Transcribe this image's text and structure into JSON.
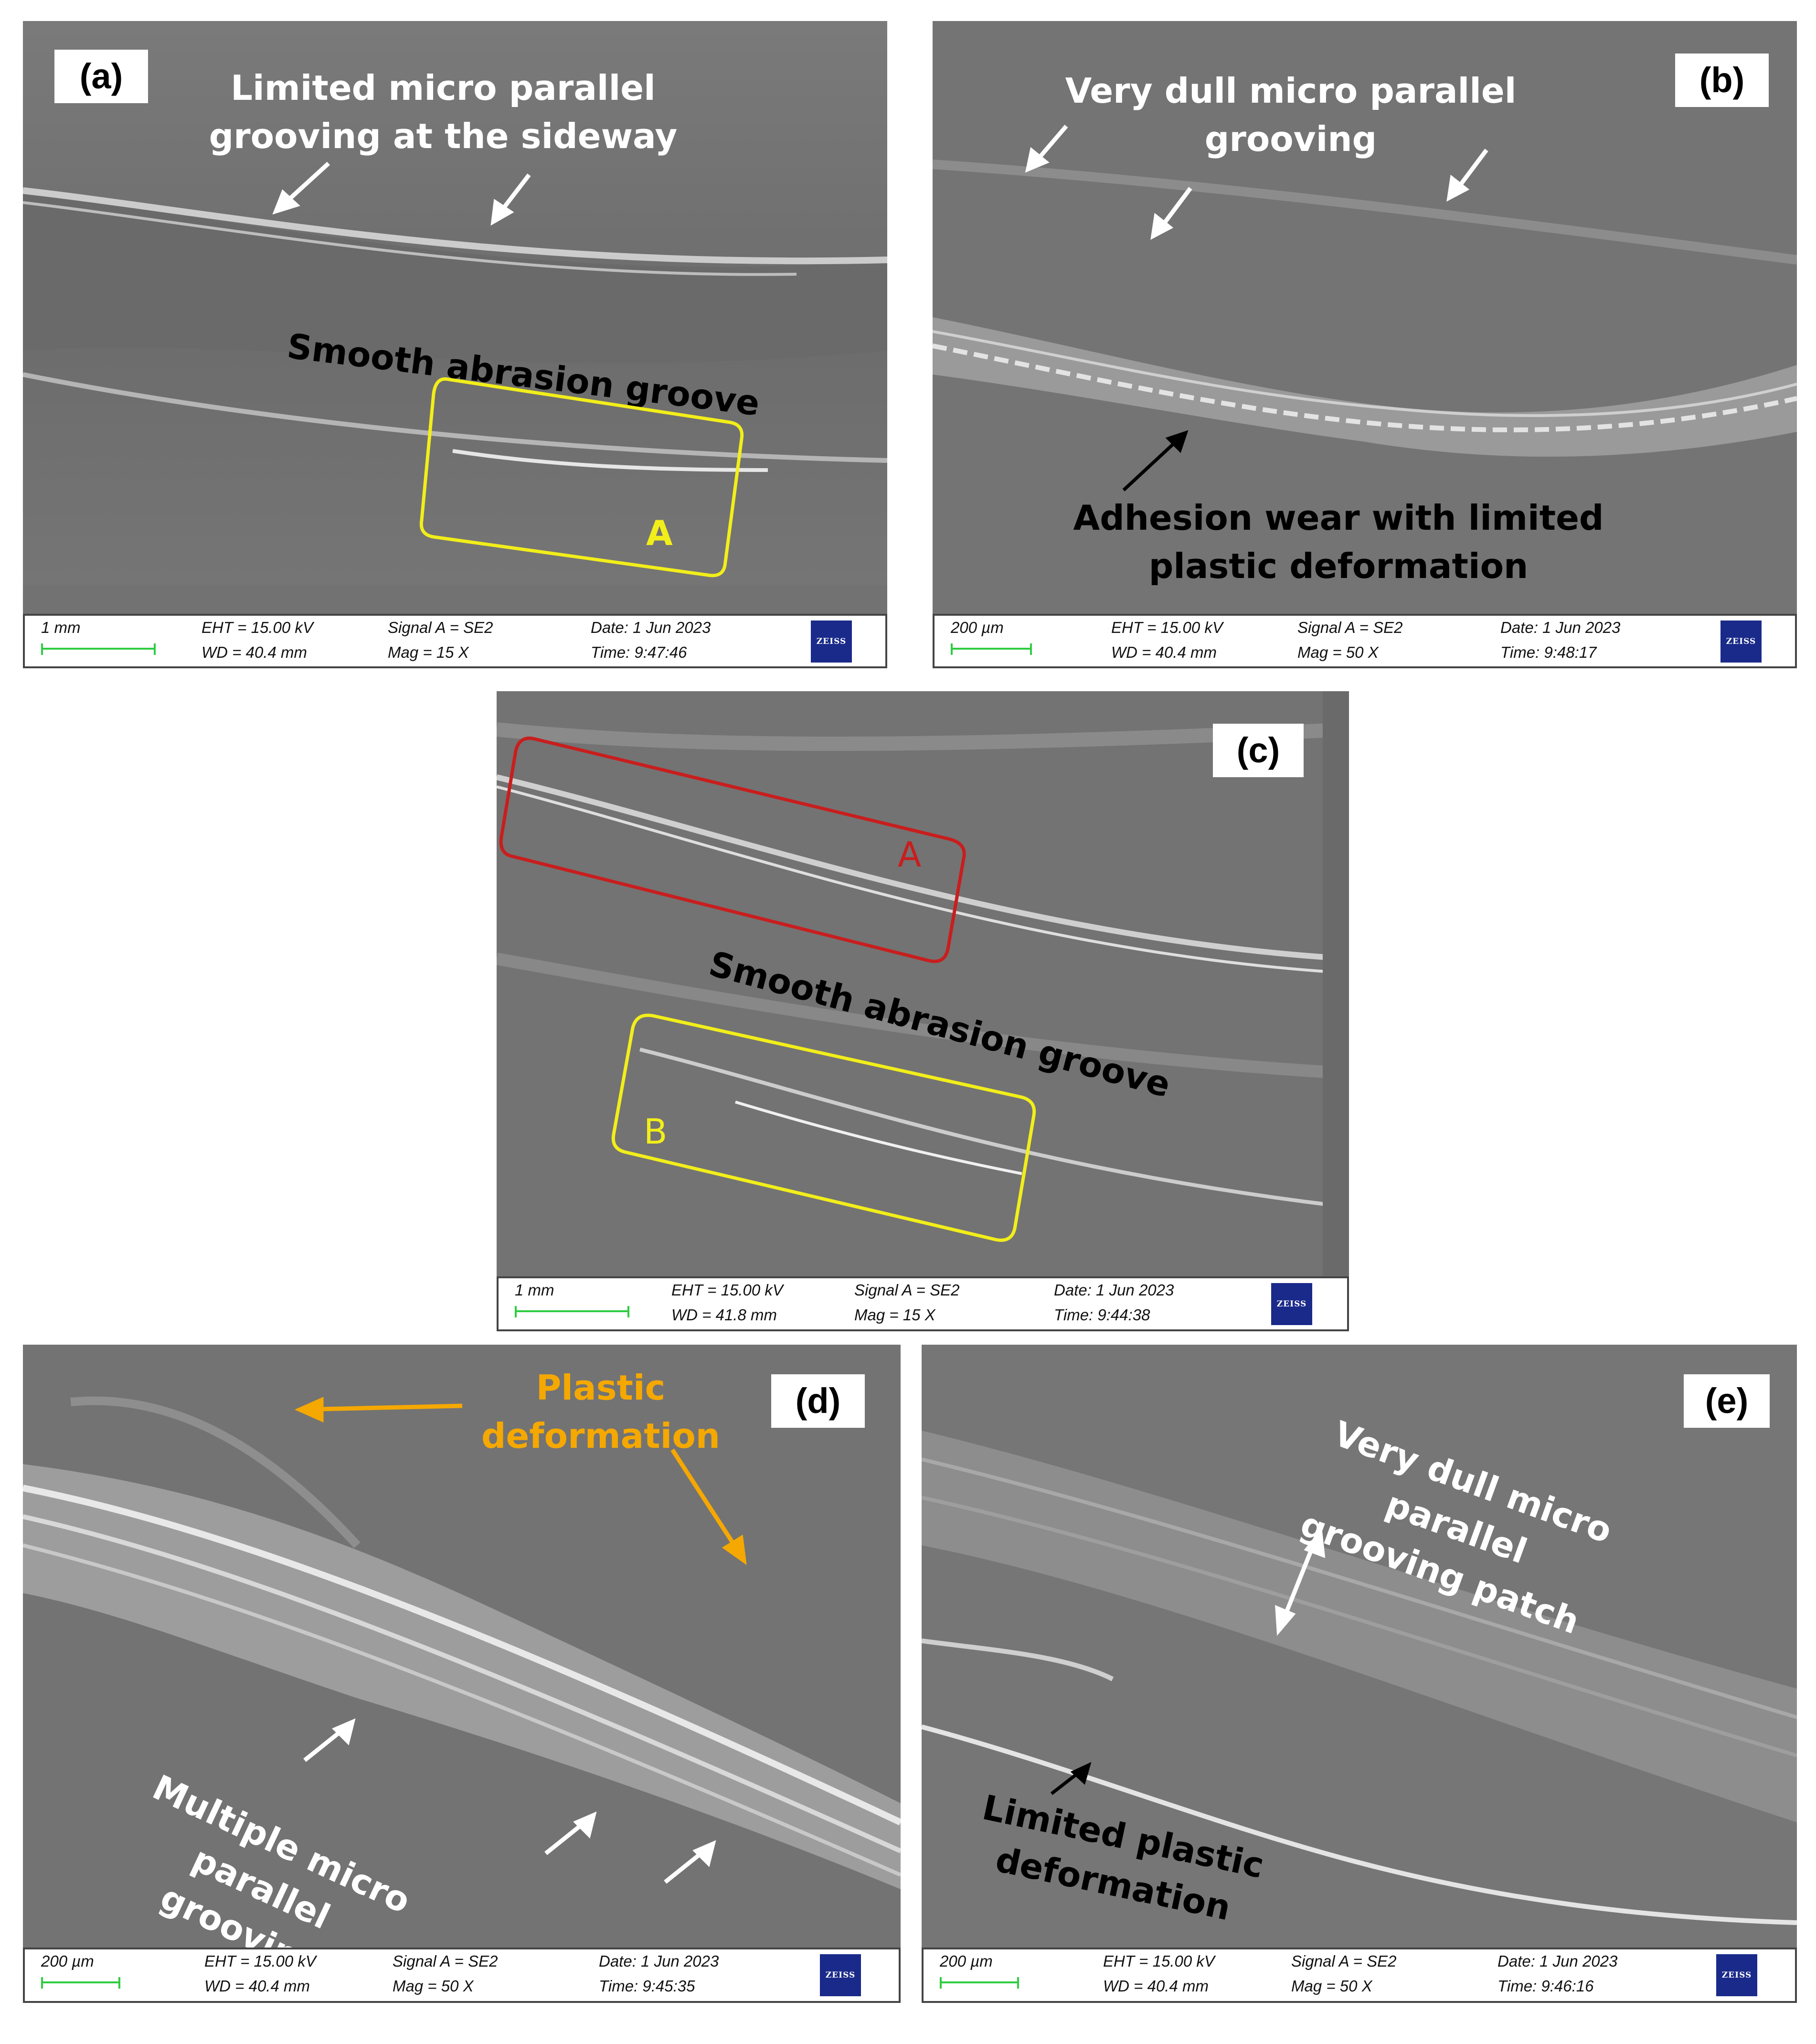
{
  "panels": {
    "a": {
      "label": "(a)",
      "annotation_grooving": "Limited micro parallel\ngrooving  at the sideway",
      "annotation_groove": "Smooth abrasion groove",
      "box_label": "A",
      "databar": {
        "scale": "1 mm",
        "eht": "EHT = 15.00 kV",
        "wd": "WD = 40.4 mm",
        "signal": "Signal A = SE2",
        "mag": "Mag =     15 X",
        "date": "Date: 1 Jun 2023",
        "time": "Time: 9:47:46",
        "logo": "ZEISS"
      }
    },
    "b": {
      "label": "(b)",
      "annotation_grooving": "Very dull micro parallel\ngrooving",
      "annotation_adhesion": "Adhesion wear with limited\nplastic deformation",
      "databar": {
        "scale": "200 µm",
        "eht": "EHT = 15.00 kV",
        "wd": "WD = 40.4 mm",
        "signal": "Signal A = SE2",
        "mag": "Mag =     50 X",
        "date": "Date: 1 Jun 2023",
        "time": "Time: 9:48:17",
        "logo": "ZEISS"
      }
    },
    "c": {
      "label": "(c)",
      "annotation_groove": "Smooth abrasion groove",
      "box_a_label": "A",
      "box_b_label": "B",
      "databar": {
        "scale": "1 mm",
        "eht": "EHT = 15.00 kV",
        "wd": "WD = 41.8 mm",
        "signal": "Signal A = SE2",
        "mag": "Mag =     15 X",
        "date": "Date: 1 Jun 2023",
        "time": "Time: 9:44:38",
        "logo": "ZEISS"
      }
    },
    "d": {
      "label": "(d)",
      "annotation_plastic": "Plastic\ndeformation",
      "annotation_grooving": "Multiple micro parallel\ngrooving",
      "databar": {
        "scale": "200 µm",
        "eht": "EHT = 15.00 kV",
        "wd": "WD = 40.4 mm",
        "signal": "Signal A = SE2",
        "mag": "Mag =     50 X",
        "date": "Date: 1 Jun 2023",
        "time": "Time: 9:45:35",
        "logo": "ZEISS"
      }
    },
    "e": {
      "label": "(e)",
      "annotation_grooving": "Very dull micro parallel\ngrooving patch",
      "annotation_plastic": "Limited plastic\ndeformation",
      "databar": {
        "scale": "200 µm",
        "eht": "EHT = 15.00 kV",
        "wd": "WD = 40.4 mm",
        "signal": "Signal A = SE2",
        "mag": "Mag =     50 X",
        "date": "Date: 1 Jun 2023",
        "time": "Time: 9:46:16",
        "logo": "ZEISS"
      }
    }
  },
  "colors": {
    "yellow_box": "#f2ee1a",
    "red_box": "#c81e1e",
    "orange_text": "#f5a800",
    "scale_green": "#2ecc40",
    "zeiss_blue": "#1a2a8a"
  }
}
